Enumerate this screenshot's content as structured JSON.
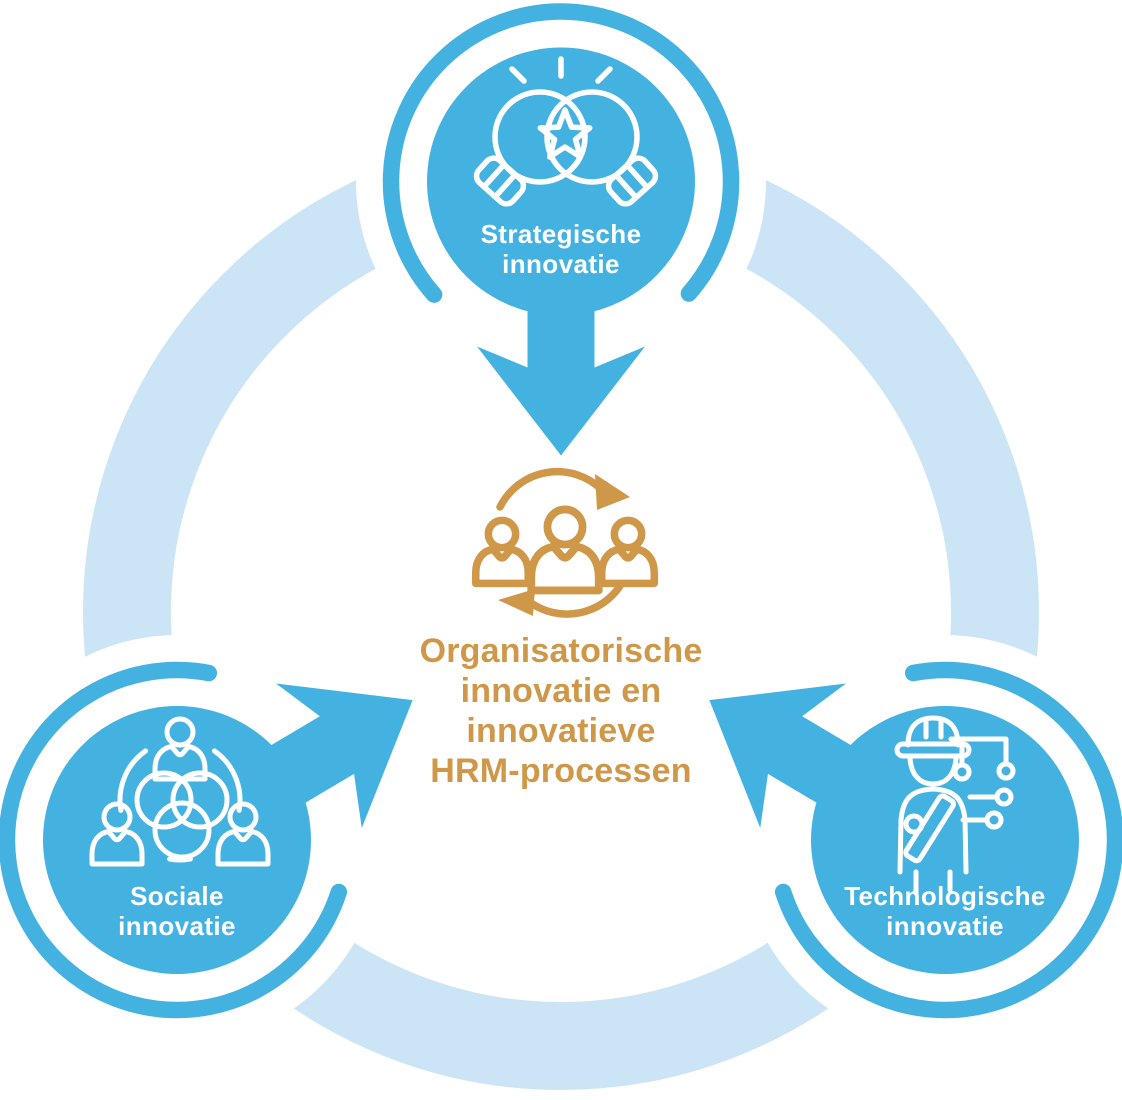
{
  "colors": {
    "blue": "#44b2e0",
    "light_blue": "#cbe5f7",
    "gold": "#ce9848",
    "text_on_blue": "#ffffff",
    "background": "#ffffff"
  },
  "center": {
    "icon": "people-cycle-icon",
    "label": "Organisatorische\ninnovatie en\ninnovatieve\nHRM-processen"
  },
  "nodes": [
    {
      "id": "strategische",
      "position": "top",
      "icon": "lightbulbs-star-icon",
      "label": "Strategische\ninnovatie"
    },
    {
      "id": "sociale",
      "position": "bottom-left",
      "icon": "people-collaboration-icon",
      "label": "Sociale\ninnovatie"
    },
    {
      "id": "technologische",
      "position": "bottom-right",
      "icon": "engineer-circuit-icon",
      "label": "Technologische\ninnovatie"
    }
  ]
}
